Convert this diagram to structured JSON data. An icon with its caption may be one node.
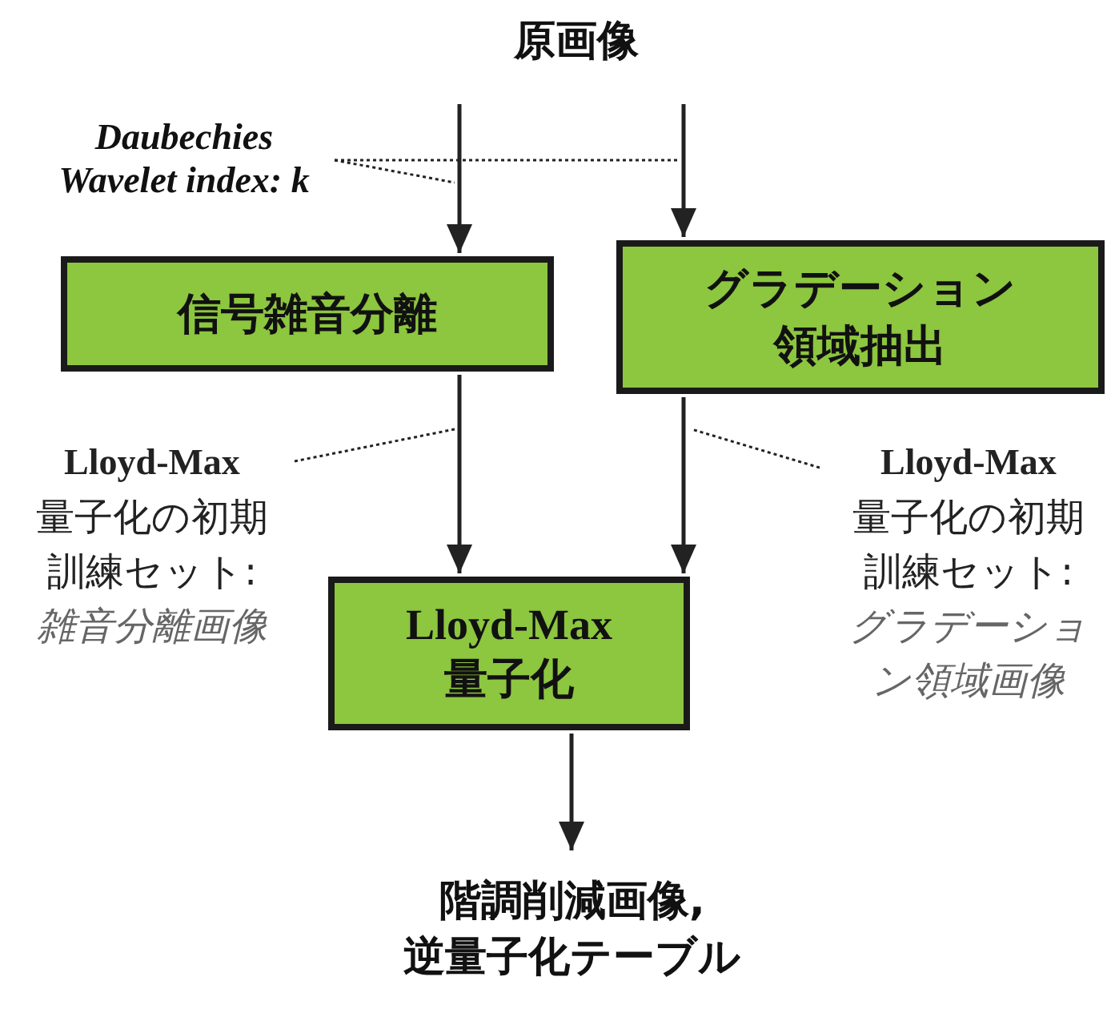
{
  "diagram": {
    "nodes": [
      {
        "text": [
          "原画像"
        ]
      },
      {
        "text": [
          "信号雑音分離"
        ]
      },
      {
        "text": [
          "グラデーション領域抽出"
        ]
      },
      {
        "text": [
          "Lloyd-Max",
          "量子化"
        ]
      },
      {
        "text": [
          "階調削減画像, 逆量子化テーブル"
        ]
      },
      {
        "text": [
          "Daubechies Wavelet index: k"
        ]
      },
      {
        "text": [
          "Lloyd-Max",
          "量子化の初期訓練セット:",
          "雑音分離画像"
        ]
      },
      {
        "text": [
          "Lloyd-Max",
          "量子化の初期訓練セット:",
          "グラデーション領域画像"
        ]
      }
    ],
    "edges": [
      {
        "from": 0,
        "to": 1,
        "arrow": "to"
      },
      {
        "from": 0,
        "to": 2,
        "arrow": "to"
      },
      {
        "from": 1,
        "to": 3,
        "arrow": "to"
      },
      {
        "from": 2,
        "to": 3,
        "arrow": "to"
      },
      {
        "from": 3,
        "to": 4,
        "arrow": "to"
      },
      {
        "from": 5,
        "to": null,
        "arrow": "none",
        "style": "dashed"
      },
      {
        "from": 5,
        "to": null,
        "arrow": "none",
        "style": "dashed"
      },
      {
        "from": 6,
        "to": null,
        "arrow": "none",
        "style": "dashed"
      },
      {
        "from": 7,
        "to": null,
        "arrow": "none",
        "style": "dashed"
      }
    ]
  }
}
